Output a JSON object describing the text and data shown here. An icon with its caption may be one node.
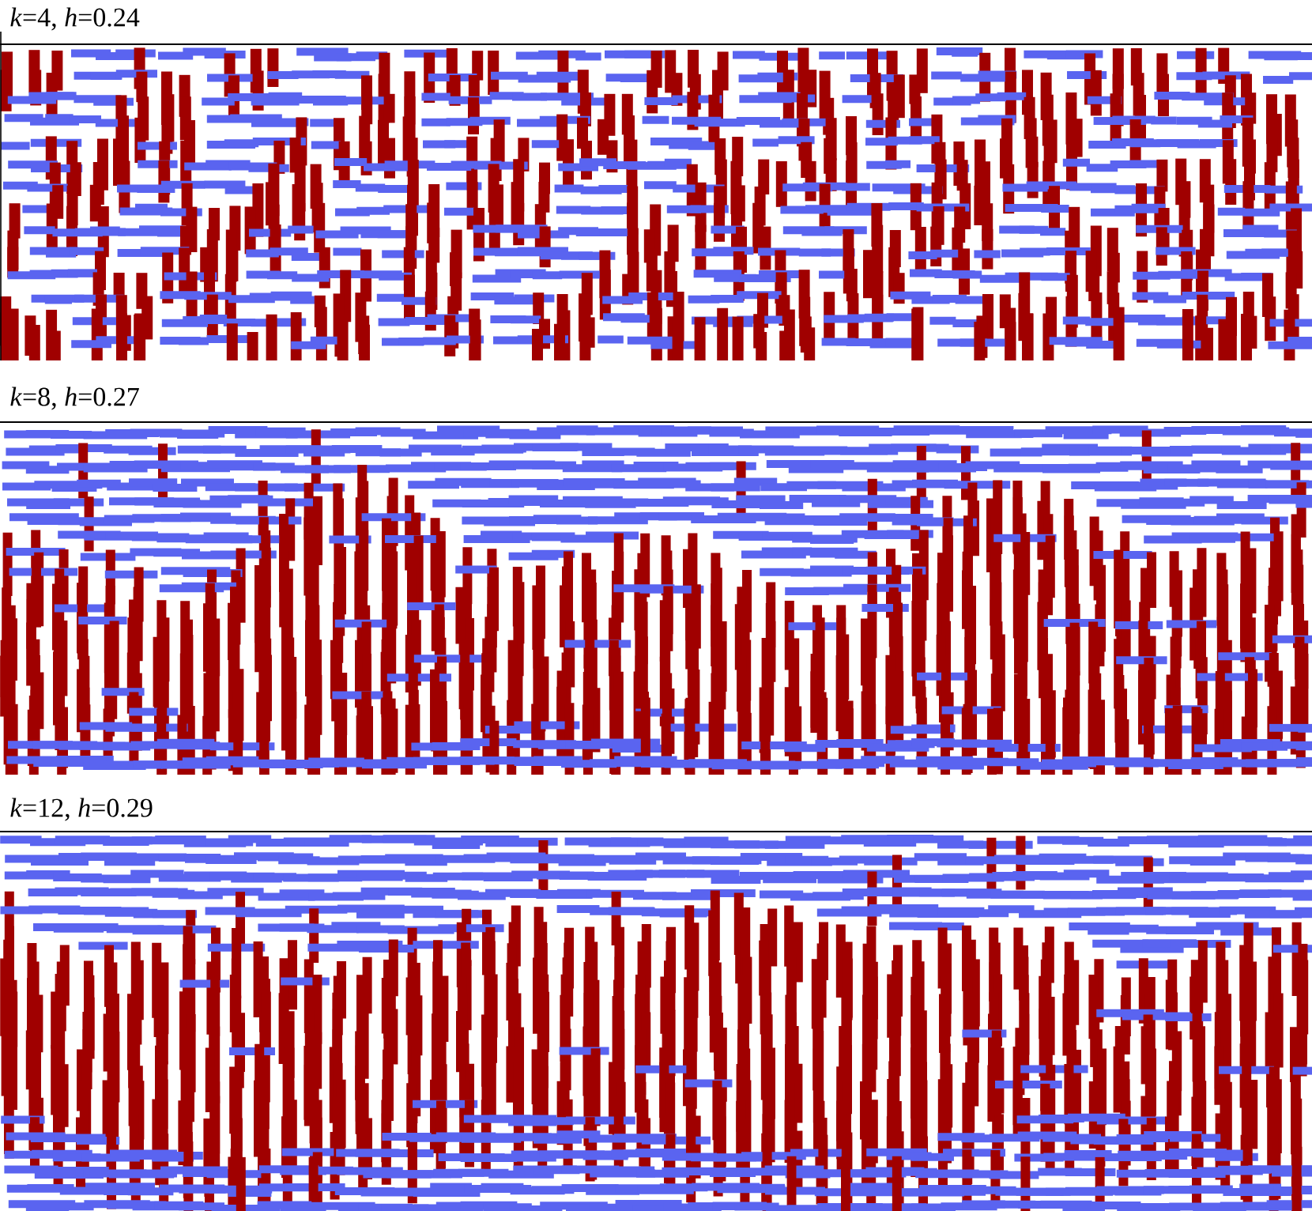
{
  "diagram": {
    "labels": [
      "*k*=4, *h*=0.24",
      "*k*=8, *h*=0.27",
      "*k*=12,  *h*=0.29"
    ]
  }
}
